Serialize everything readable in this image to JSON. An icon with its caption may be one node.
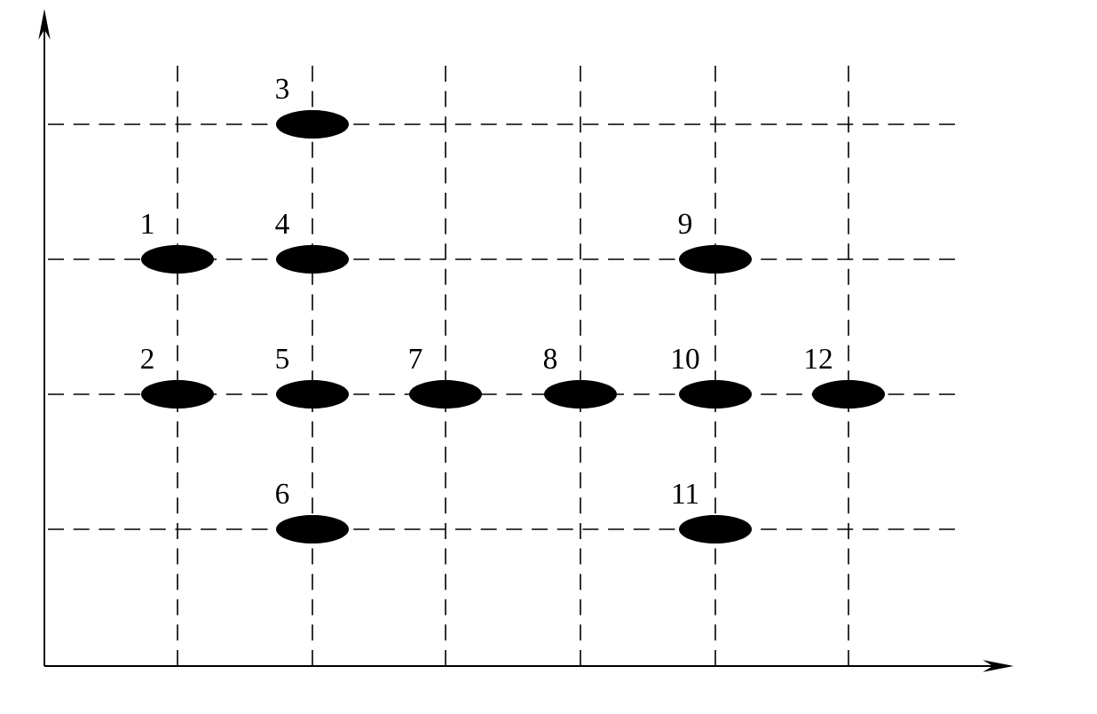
{
  "diagram": {
    "nodes": [
      {
        "text": [],
        "shape": "ellipse",
        "beside": [
          "1"
        ]
      },
      {
        "text": [],
        "shape": "ellipse",
        "beside": [
          "2"
        ]
      },
      {
        "text": [],
        "shape": "ellipse",
        "beside": [
          "3"
        ]
      },
      {
        "text": [],
        "shape": "ellipse",
        "beside": [
          "4"
        ]
      },
      {
        "text": [],
        "shape": "ellipse",
        "beside": [
          "5"
        ]
      },
      {
        "text": [],
        "shape": "ellipse",
        "beside": [
          "6"
        ]
      },
      {
        "text": [],
        "shape": "ellipse",
        "beside": [
          "7"
        ]
      },
      {
        "text": [],
        "shape": "ellipse",
        "beside": [
          "8"
        ]
      },
      {
        "text": [],
        "shape": "ellipse",
        "beside": [
          "9"
        ]
      },
      {
        "text": [],
        "shape": "ellipse",
        "beside": [
          "10"
        ]
      },
      {
        "text": [],
        "shape": "ellipse",
        "beside": [
          "11"
        ]
      },
      {
        "text": [],
        "shape": "ellipse",
        "beside": [
          "12"
        ]
      }
    ]
  }
}
